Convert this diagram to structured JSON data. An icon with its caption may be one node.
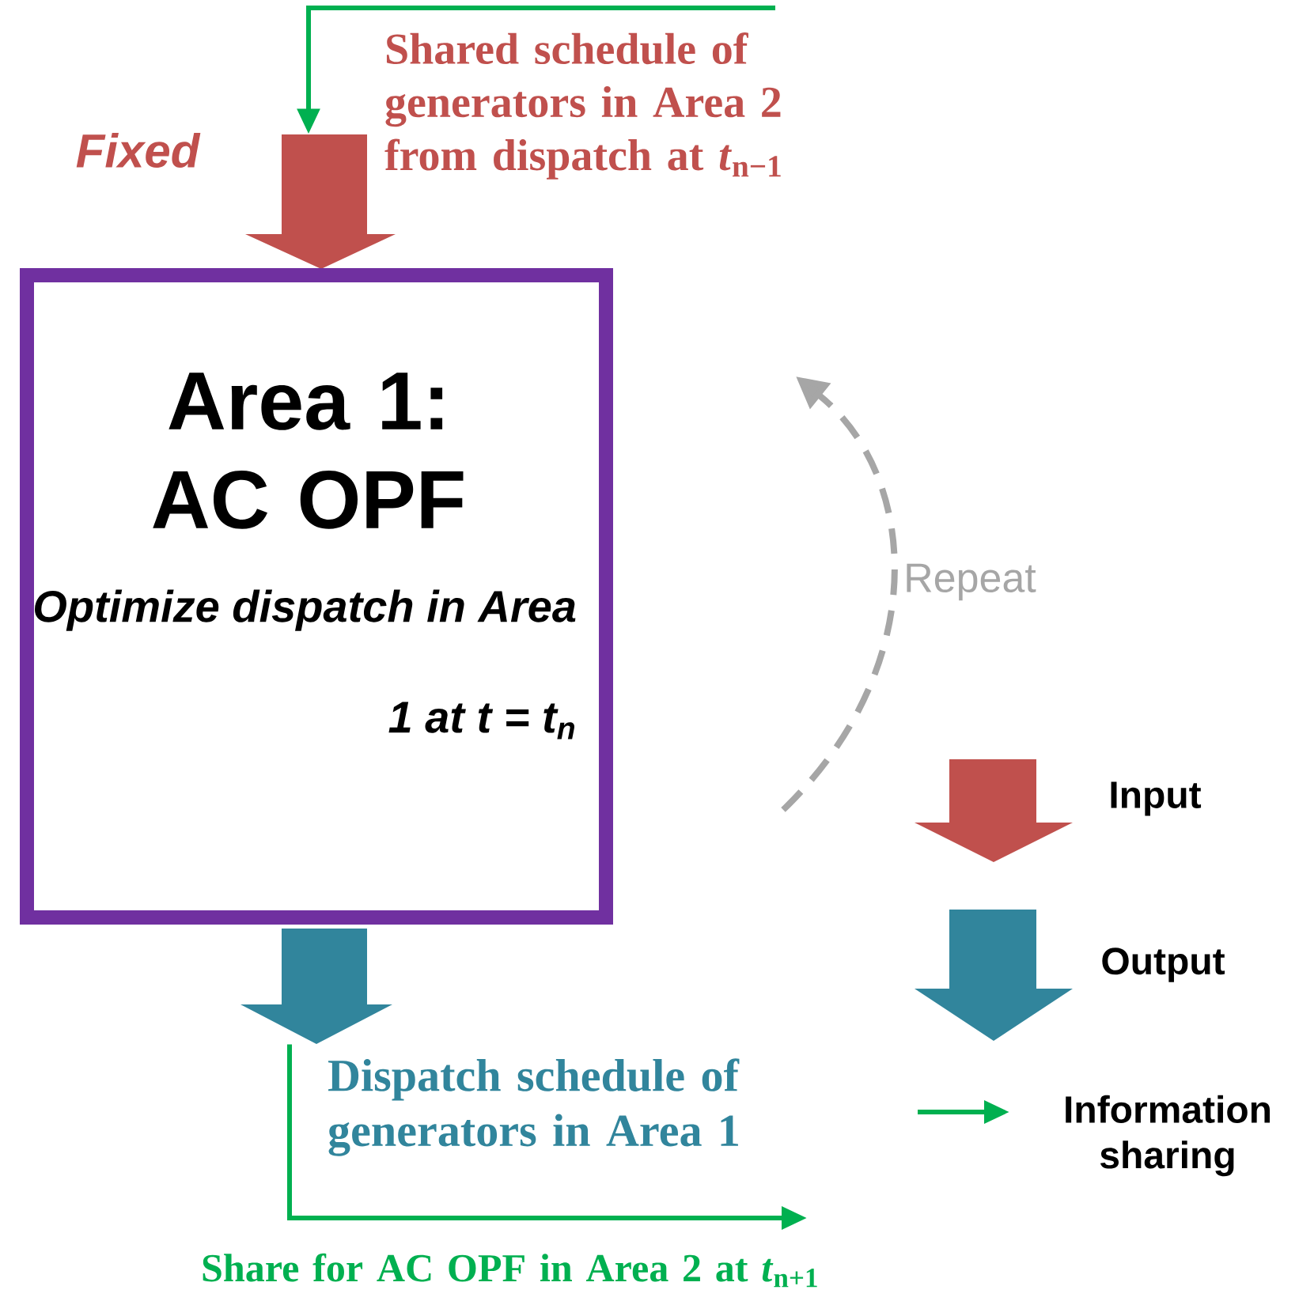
{
  "diagram": {
    "nodes": [
      {
        "text": [
          "Shared schedule of generators in Area 2 from dispatch at *t*$_{n−1}$"
        ]
      },
      {
        "text": [],
        "shape": "arrow",
        "beside": [
          "Fixed"
        ]
      },
      {
        "text": [
          "Area 1: AC OPF",
          "Optimize dispatch in Area 1 at *t* = *t*$_{n}$"
        ]
      },
      {
        "text": [],
        "shape": "arrow"
      },
      {
        "text": [
          "Dispatch schedule of generators in Area 1"
        ]
      },
      {
        "text": [
          "Share for AC OPF in Area 2 at *t*$_{n+1}$"
        ]
      }
    ],
    "edges": [
      {
        "from": 0,
        "to": 1,
        "arrow": "to"
      },
      {
        "from": 3,
        "to": 5,
        "arrow": "to"
      }
    ],
    "labels": [
      "Repeat"
    ],
    "legend": [
      {
        "text": "Input"
      },
      {
        "text": "Output"
      },
      {
        "text": "Information sharing"
      }
    ]
  }
}
